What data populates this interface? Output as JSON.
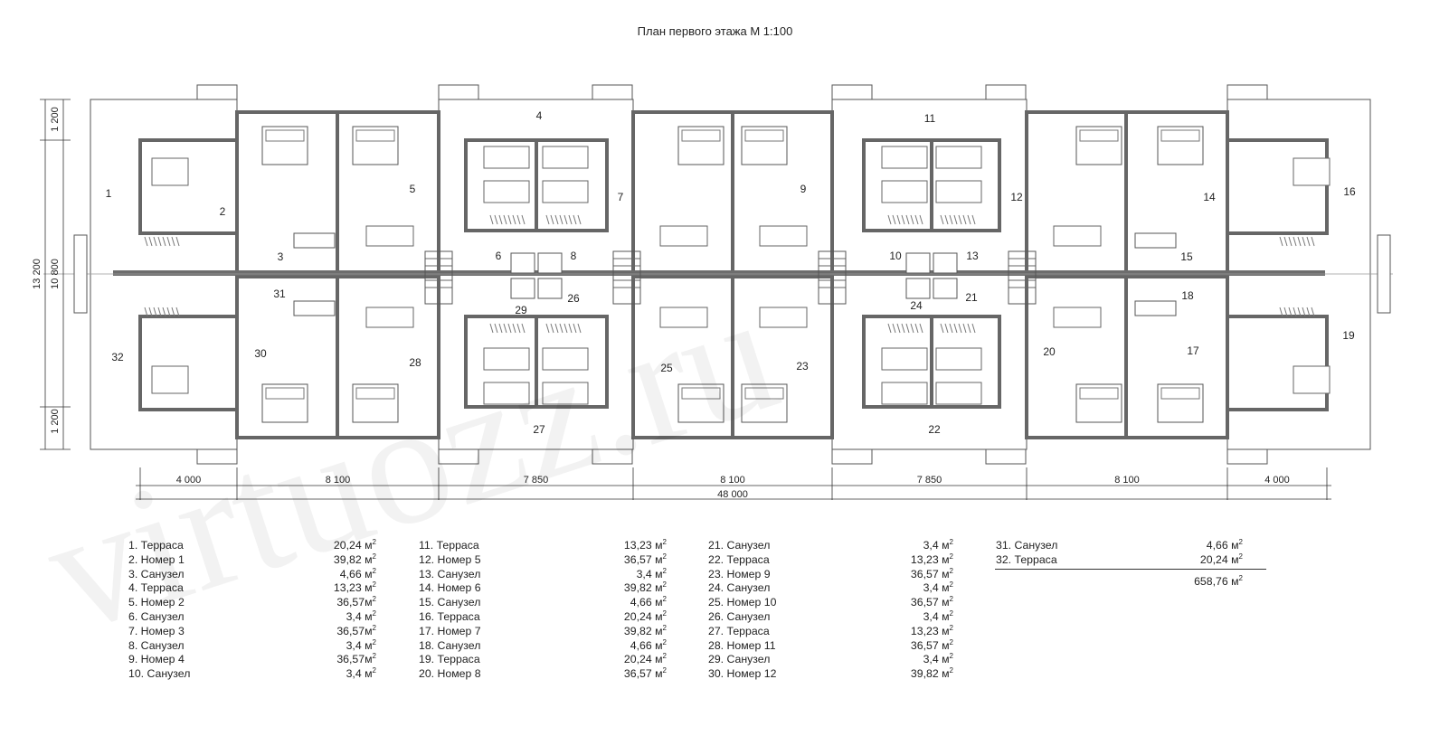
{
  "title": "План первого этажа М 1:100",
  "dimensions": {
    "bottom": [
      "4 000",
      "8 100",
      "7 850",
      "8 100",
      "7 850",
      "8 100",
      "4 000"
    ],
    "total": "48 000",
    "left": [
      "1 200",
      "10 800",
      "1 200"
    ],
    "left_total": "13 200"
  },
  "room_numbers": [
    "1",
    "2",
    "3",
    "4",
    "5",
    "6",
    "7",
    "8",
    "9",
    "10",
    "11",
    "12",
    "13",
    "14",
    "15",
    "16",
    "17",
    "18",
    "19",
    "20",
    "21",
    "22",
    "23",
    "24",
    "25",
    "26",
    "27",
    "28",
    "29",
    "30",
    "31",
    "32"
  ],
  "legend": [
    {
      "name": "1. Терраса",
      "area": "20,24 м"
    },
    {
      "name": "2. Номер 1",
      "area": "39,82 м"
    },
    {
      "name": "3. Санузел",
      "area": "4,66 м"
    },
    {
      "name": "4. Терраса",
      "area": "13,23 м"
    },
    {
      "name": "5. Номер 2",
      "area": "36,57м"
    },
    {
      "name": "6. Санузел",
      "area": "3,4 м"
    },
    {
      "name": "7. Номер 3",
      "area": "36,57м"
    },
    {
      "name": "8. Санузел",
      "area": "3,4 м"
    },
    {
      "name": "9. Номер 4",
      "area": "36,57м"
    },
    {
      "name": "10. Санузел",
      "area": "3,4 м"
    },
    {
      "name": "11. Терраса",
      "area": "13,23 м"
    },
    {
      "name": "12. Номер 5",
      "area": "36,57 м"
    },
    {
      "name": "13. Санузел",
      "area": "3,4 м"
    },
    {
      "name": "14. Номер 6",
      "area": "39,82 м"
    },
    {
      "name": "15. Санузел",
      "area": "4,66 м"
    },
    {
      "name": "16. Терраса",
      "area": "20,24 м"
    },
    {
      "name": "17. Номер 7",
      "area": "39,82 м"
    },
    {
      "name": "18. Санузел",
      "area": "4,66 м"
    },
    {
      "name": "19. Терраса",
      "area": "20,24 м"
    },
    {
      "name": "20. Номер 8",
      "area": "36,57 м"
    },
    {
      "name": "21. Санузел",
      "area": "3,4 м"
    },
    {
      "name": "22. Терраса",
      "area": "13,23 м"
    },
    {
      "name": "23. Номер 9",
      "area": "36,57 м"
    },
    {
      "name": "24. Санузел",
      "area": "3,4 м"
    },
    {
      "name": "25. Номер 10",
      "area": "36,57 м"
    },
    {
      "name": "26. Санузел",
      "area": "3,4 м"
    },
    {
      "name": "27. Терраса",
      "area": "13,23 м"
    },
    {
      "name": "28. Номер 11",
      "area": "36,57 м"
    },
    {
      "name": "29. Санузел",
      "area": "3,4 м"
    },
    {
      "name": "30. Номер 12",
      "area": "39,82 м"
    },
    {
      "name": "31. Санузел",
      "area": "4,66 м"
    },
    {
      "name": "32. Терраса",
      "area": "20,24 м"
    }
  ],
  "area_unit_sup": "2",
  "total_area": "658,76 м",
  "watermark": "virtuozz.ru"
}
